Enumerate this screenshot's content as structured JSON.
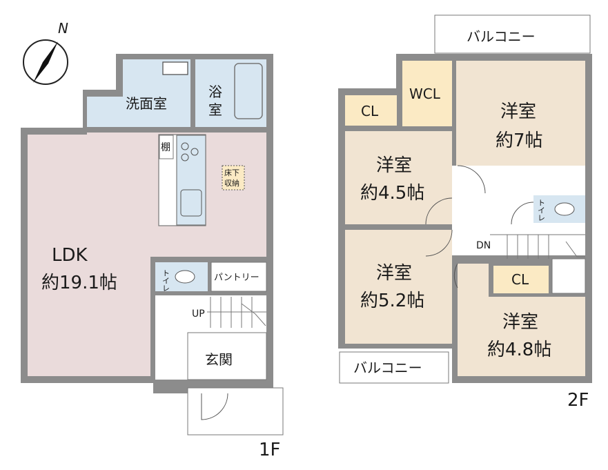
{
  "compass": {
    "north": "N"
  },
  "floor1": {
    "label": "1F",
    "rooms": {
      "ldk": {
        "name": "LDK",
        "size": "約19.1帖"
      },
      "washroom": "洗面室",
      "bath_line1": "浴",
      "bath_line2": "室",
      "toilet": "トイレ",
      "pantry": "パントリー",
      "entrance": "玄関",
      "shelf": "棚",
      "underfloor_line1": "床下",
      "underfloor_line2": "収納",
      "stairs_up": "UP"
    }
  },
  "floor2": {
    "label": "2F",
    "rooms": {
      "balcony_top": "バルコニー",
      "balcony_bottom": "バルコニー",
      "wcl": "WCL",
      "cl_left": "CL",
      "cl_right": "CL",
      "room7": {
        "name": "洋室",
        "size": "約7帖"
      },
      "room45": {
        "name": "洋室",
        "size": "約4.5帖"
      },
      "room52": {
        "name": "洋室",
        "size": "約5.2帖"
      },
      "room48": {
        "name": "洋室",
        "size": "約4.8帖"
      },
      "toilet": "トイレ",
      "stairs_down": "DN"
    }
  },
  "colors": {
    "wall": "#8c8c8c",
    "ldk": "#eadbdb",
    "wet": "#d7e6f1",
    "bedroom": "#f1e4d2",
    "closet": "#fbeac4",
    "corridor": "#ffffff"
  }
}
